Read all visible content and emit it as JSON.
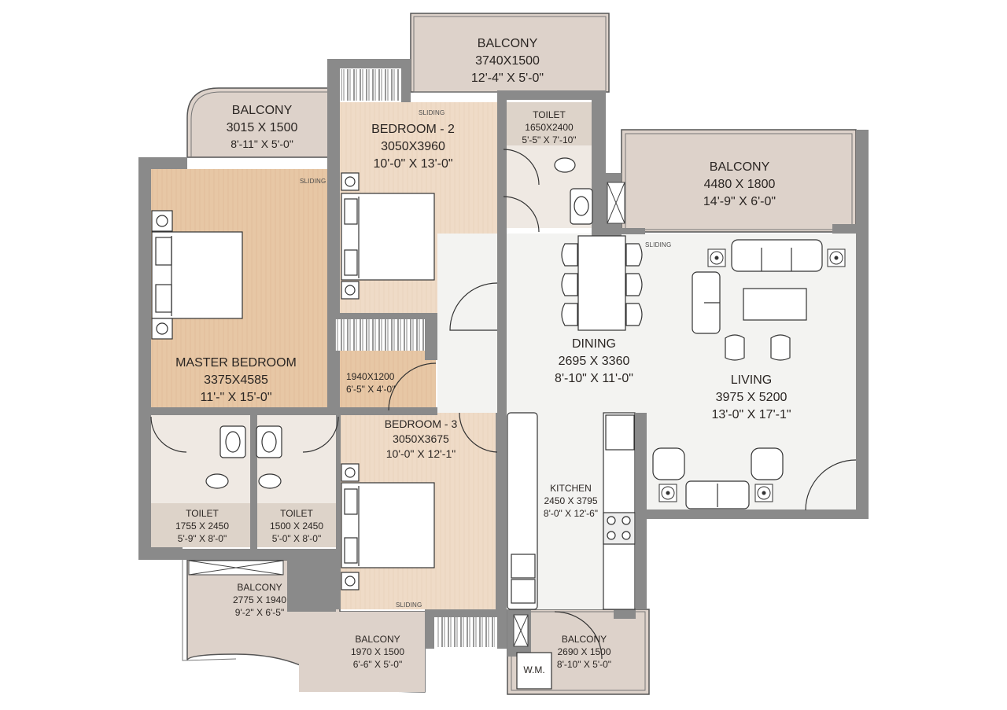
{
  "plan": {
    "colors": {
      "wall": "#8a8a8a",
      "wood_master": "#e7c7a5",
      "wood_bedroom": "#efdbc7",
      "balcony": "#ddd2ca",
      "toilet_header": "#ddd3c9",
      "toilet_floor": "#efe9e3",
      "marble": "#f3f3f1",
      "furniture": "#ffffff",
      "line": "#333333"
    },
    "rooms": {
      "balcony_top": {
        "name": "BALCONY",
        "metric": "3740X1500",
        "imperial": "12'-4\" X 5'-0\""
      },
      "balcony_left_top": {
        "name": "BALCONY",
        "metric": "3015 X 1500",
        "imperial": "8'-11\" X 5'-0\""
      },
      "bedroom_2": {
        "name": "BEDROOM - 2",
        "metric": "3050X3960",
        "imperial": "10'-0\" X 13'-0\""
      },
      "toilet_top": {
        "name": "TOILET",
        "metric": "1650X2400",
        "imperial": "5'-5\" X 7'-10\""
      },
      "balcony_right": {
        "name": "BALCONY",
        "metric": "4480 X 1800",
        "imperial": "14'-9\" X 6'-0\""
      },
      "master_bedroom": {
        "name": "MASTER BEDROOM",
        "metric": "3375X4585",
        "imperial": "11'-\" X 15'-0\""
      },
      "dress": {
        "metric": "1940X1200",
        "imperial": "6'-5\" X 4'-0\""
      },
      "dining": {
        "name": "DINING",
        "metric": "2695 X 3360",
        "imperial": "8'-10\" X 11'-0\""
      },
      "living": {
        "name": "LIVING",
        "metric": "3975 X 5200",
        "imperial": "13'-0\" X 17'-1\""
      },
      "bedroom_3": {
        "name": "BEDROOM - 3",
        "metric": "3050X3675",
        "imperial": "10'-0\" X 12'-1\""
      },
      "kitchen": {
        "name": "KITCHEN",
        "metric": "2450 X 3795",
        "imperial": "8'-0\" X 12'-6\""
      },
      "toilet_left": {
        "name": "TOILET",
        "metric": "1755 X 2450",
        "imperial": "5'-9\" X 8'-0\""
      },
      "toilet_mid": {
        "name": "TOILET",
        "metric": "1500 X 2450",
        "imperial": "5'-0\" X 8'-0\""
      },
      "balcony_bottom_left": {
        "name": "BALCONY",
        "metric": "2775 X 1940",
        "imperial": "9'-2\" X 6'-5\""
      },
      "balcony_bottom_mid": {
        "name": "BALCONY",
        "metric": "1970 X 1500",
        "imperial": "6'-6\" X 5'-0\""
      },
      "balcony_bottom_right": {
        "name": "BALCONY",
        "metric": "2690 X 1500",
        "imperial": "8'-10\" X 5'-0\""
      }
    },
    "tags": {
      "sliding": "SLIDING",
      "washing_machine": "W.M."
    }
  }
}
